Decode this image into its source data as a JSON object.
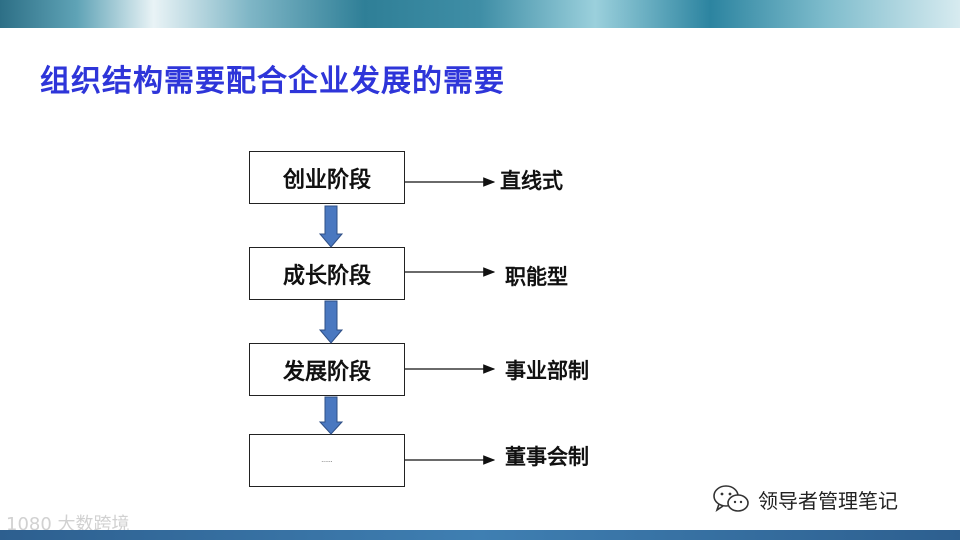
{
  "title": "组织结构需要配合企业发展的需要",
  "stages": [
    {
      "label": "创业阶段",
      "structure": "直线式"
    },
    {
      "label": "成长阶段",
      "structure": "职能型"
    },
    {
      "label": "发展阶段",
      "structure": "事业部制"
    },
    {
      "label": "......",
      "structure": "董事会制"
    }
  ],
  "watermark_text": "1080 大数跨境",
  "wechat_account": "领导者管理笔记",
  "colors": {
    "title": "#2e35d9",
    "down_arrow": "#4a78c0",
    "down_arrow_stroke": "#2f4f86"
  },
  "icons": {
    "wechat": "wechat-icon"
  }
}
